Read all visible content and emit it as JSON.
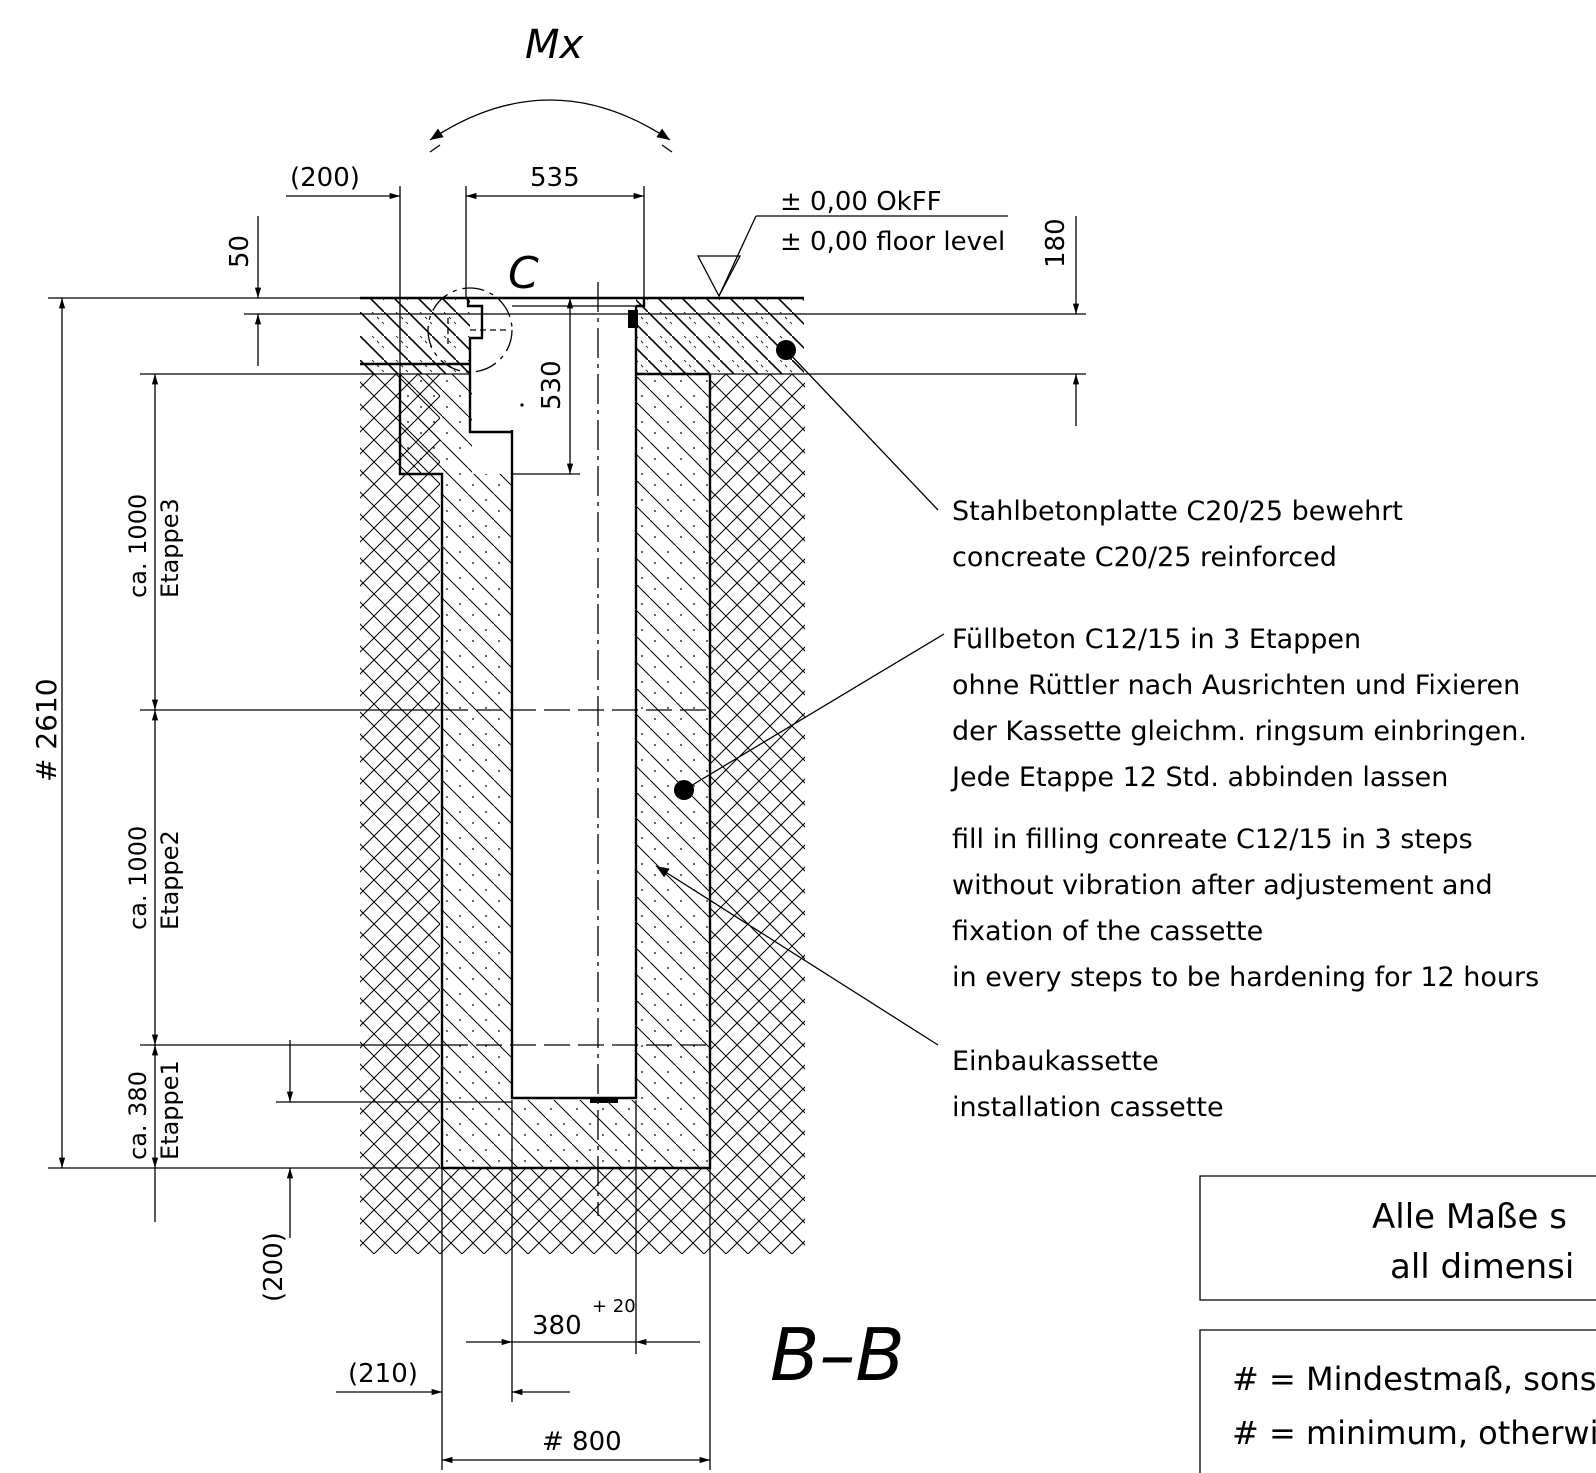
{
  "moment": {
    "label": "Mx"
  },
  "section": {
    "title": "B–B",
    "detail_marker": "C"
  },
  "levels": {
    "line1": "± 0,00 OkFF",
    "line2": "± 0,00 floor level"
  },
  "dimensions": {
    "top_offset": "(200)",
    "top_width": "535",
    "slab_step": "50",
    "slab_thickness": "180",
    "cassette_depth_top": "530",
    "total_depth": "# 2610",
    "stage3_value": "ca. 1000",
    "stage3_label": "Etappe3",
    "stage2_value": "ca. 1000",
    "stage2_label": "Etappe2",
    "stage1_value": "ca. 380",
    "stage1_label": "Etappe1",
    "bottom_gap": "(200)",
    "cassette_width": "380",
    "cassette_tol": "+ 20",
    "side_gap": "(210)",
    "pit_width": "# 800"
  },
  "callouts": {
    "slab_de": "Stahlbetonplatte C20/25 bewehrt",
    "slab_en": "concreate C20/25 reinforced",
    "fill_de": [
      "Füllbeton C12/15 in 3 Etappen",
      "ohne Rüttler nach Ausrichten und Fixieren",
      "der Kassette gleichm. ringsum einbringen.",
      "Jede Etappe 12 Std. abbinden lassen"
    ],
    "fill_en": [
      "fill in filling conreate C12/15 in 3 steps",
      "without vibration after adjustement and",
      "fixation of the cassette",
      "in every steps to be hardening for 12 hours"
    ],
    "cassette_de": "Einbaukassette",
    "cassette_en": "installation cassette"
  },
  "notes": {
    "box1_line1": "Alle Maße s",
    "box1_line2": "all dimensi",
    "box2_line1": "# = Mindestmaß, sons",
    "box2_line2": "# = minimum, otherwis"
  }
}
